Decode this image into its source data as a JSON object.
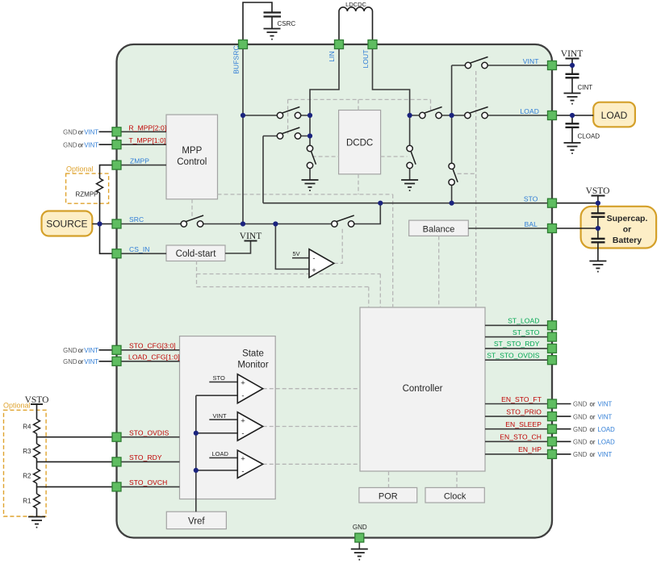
{
  "colors": {
    "chip_fill": "#e3f0e4",
    "chip_border": "#3f3f3f",
    "pin_fill": "#5fbd61",
    "pin_border": "#2e7d32",
    "wire": "#3a3a3a",
    "net_blue": "#2e7cd6",
    "net_red": "#c00000",
    "net_green": "#00a651",
    "junction_navy": "#1a237e",
    "block_fill": "#f2f2f2",
    "block_border": "#a3a3a3",
    "external_fill": "#fdeec6",
    "external_border": "#d4a02a",
    "optional_orange": "#dfa32e",
    "control_dashed_gray": "#b5b5b5"
  },
  "pins": {
    "top": {
      "bufsrc": "BUFSRC",
      "lin": "LIN",
      "lout": "LOUT"
    },
    "right": {
      "vint": "VINT",
      "load": "LOAD",
      "sto": "STO",
      "bal": "BAL",
      "st_load": "ST_LOAD",
      "st_sto": "ST_STO",
      "st_sto_rdy": "ST_STO_RDY",
      "st_sto_ovdis": "ST_STO_OVDIS",
      "en_sto_ft": "EN_STO_FT",
      "sto_prio": "STO_PRIO",
      "en_sleep": "EN_SLEEP",
      "en_sto_ch": "EN_STO_CH",
      "en_hp": "EN_HP"
    },
    "left": {
      "r_mpp": "R_MPP[2:0]",
      "t_mpp": "T_MPP[1:0]",
      "zmpp": "ZMPP",
      "src": "SRC",
      "cs_in": "CS_IN",
      "sto_cfg": "STO_CFG[3:0]",
      "load_cfg": "LOAD_CFG[1:0]",
      "sto_ovdis": "STO_OVDIS",
      "sto_rdy": "STO_RDY",
      "sto_ovch": "STO_OVCH"
    },
    "bottom": {
      "gnd": "GND"
    }
  },
  "blocks": {
    "mpp_line1": "MPP",
    "mpp_line2": "Control",
    "dcdc": "DCDC",
    "cold_start": "Cold-start",
    "balance": "Balance",
    "state_line1": "State",
    "state_line2": "Monitor",
    "controller": "Controller",
    "por": "POR",
    "clock": "Clock",
    "vref": "Vref"
  },
  "external": {
    "source": "SOURCE",
    "load": "LOAD",
    "supercap_line1": "Supercap.",
    "supercap_line2": "or",
    "supercap_line3": "Battery",
    "csrc": "CSRC",
    "ldcdc": "LDCDC",
    "cint": "CINT",
    "cload": "CLOAD",
    "rzmpp": "RZMPP",
    "r1": "R1",
    "r2": "R2",
    "r3": "R3",
    "r4": "R4",
    "optional_rzmpp": "Optional",
    "optional_ladder": "Optional",
    "gnd": "GND"
  },
  "rails": {
    "vint_top": "VINT",
    "vint_coldstart": "VINT",
    "vsto_right": "VSTO",
    "vsto_ladder": "VSTO"
  },
  "comparators": {
    "sto": "STO",
    "vint": "VINT",
    "load": "LOAD",
    "five_v": "5V",
    "plus": "+",
    "minus": "-"
  },
  "ties": {
    "left": [
      {
        "gnd": "GND",
        "or": "or",
        "net": "VINT"
      },
      {
        "gnd": "GND",
        "or": "or",
        "net": "VINT"
      },
      {
        "gnd": "GND",
        "or": "or",
        "net": "VINT"
      },
      {
        "gnd": "GND",
        "or": "or",
        "net": "VINT"
      }
    ],
    "right": [
      {
        "gnd": "GND",
        "or": "or",
        "net": "VINT"
      },
      {
        "gnd": "GND",
        "or": "or",
        "net": "VINT"
      },
      {
        "gnd": "GND",
        "or": "or",
        "net": "LOAD"
      },
      {
        "gnd": "GND",
        "or": "or",
        "net": "LOAD"
      },
      {
        "gnd": "GND",
        "or": "or",
        "net": "VINT"
      }
    ]
  }
}
